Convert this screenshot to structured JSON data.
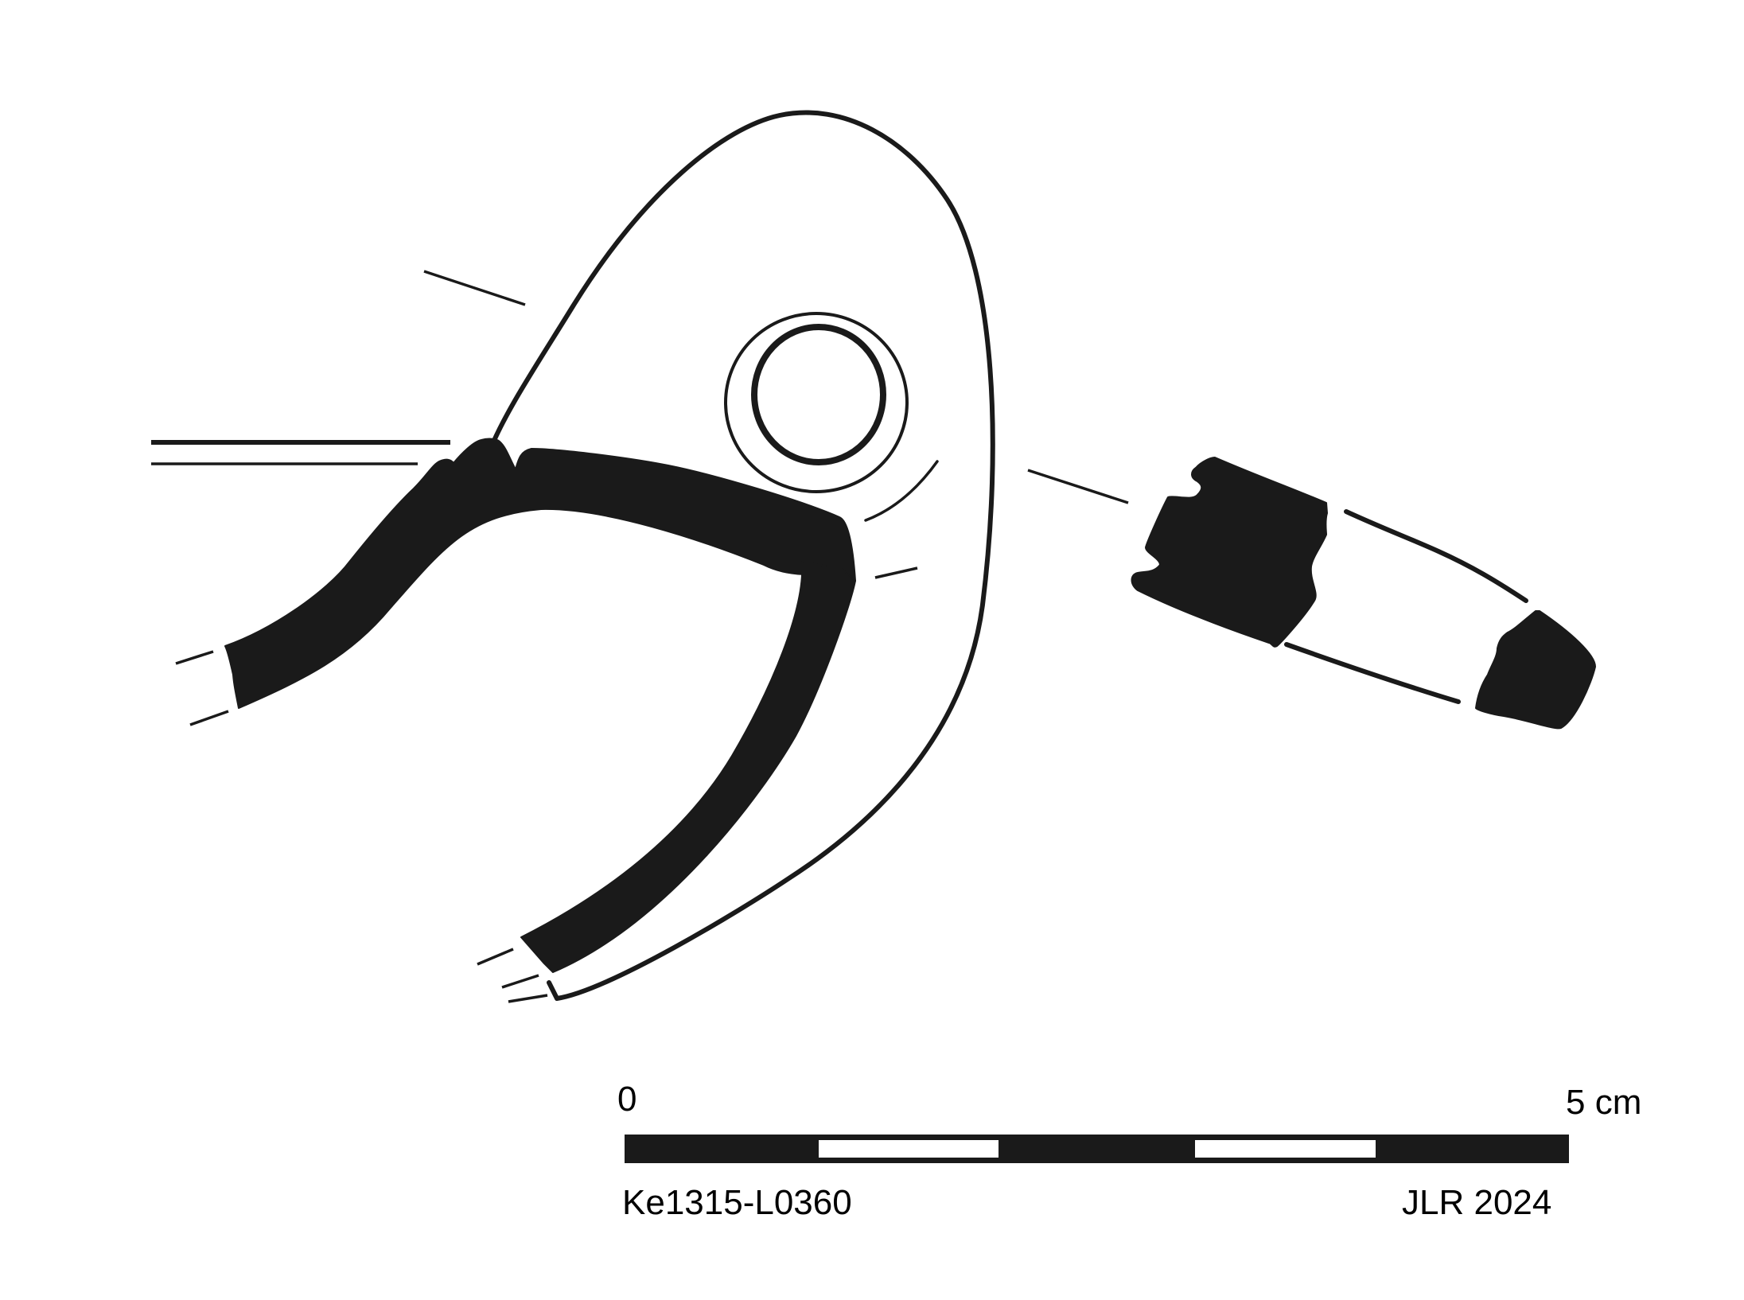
{
  "colors": {
    "ink": "#1a1a1a",
    "background": "#ffffff"
  },
  "scale_bar": {
    "start_label": "0",
    "end_label": "5 cm"
  },
  "labels": {
    "catalog_number": "Ke1315-L0360",
    "credit": "JLR 2024"
  }
}
